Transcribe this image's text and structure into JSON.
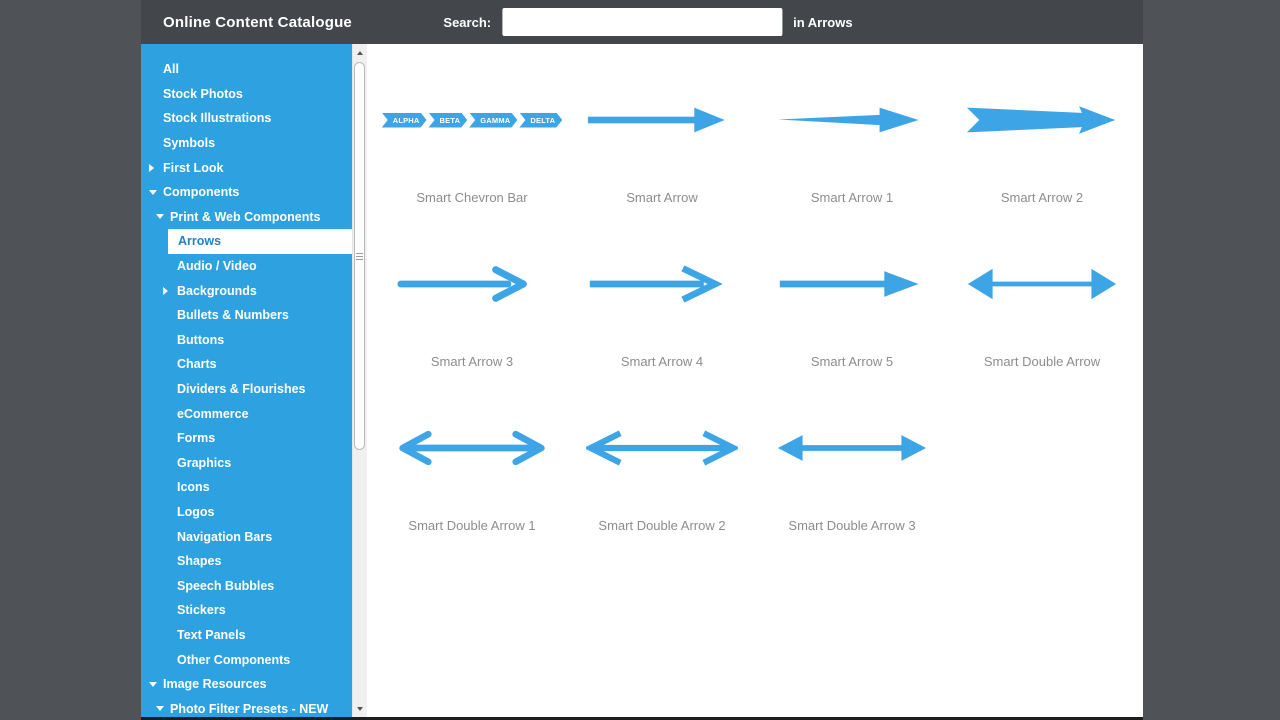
{
  "colors": {
    "outer_background": "#4f5358",
    "header_background": "#43474c",
    "sidebar_background": "#2ea1e0",
    "sidebar_text": "#ffffff",
    "selected_item_background": "#ffffff",
    "selected_item_text": "#2382c6",
    "content_background": "#ffffff",
    "arrow_graphic": "#3da5e6",
    "label_text": "#8d8d8d",
    "chevron_text": "#ffffff"
  },
  "header": {
    "title": "Online Content Catalogue",
    "search_label": "Search:",
    "search_value": "",
    "search_scope": "in Arrows"
  },
  "sidebar": {
    "items": [
      {
        "label": "All",
        "indent": 0,
        "arrow": "none",
        "selected": false
      },
      {
        "label": "Stock Photos",
        "indent": 0,
        "arrow": "none",
        "selected": false
      },
      {
        "label": "Stock Illustrations",
        "indent": 0,
        "arrow": "none",
        "selected": false
      },
      {
        "label": "Symbols",
        "indent": 0,
        "arrow": "none",
        "selected": false
      },
      {
        "label": "First Look",
        "indent": 0,
        "arrow": "collapsed",
        "selected": false
      },
      {
        "label": "Components",
        "indent": 0,
        "arrow": "expanded",
        "selected": false
      },
      {
        "label": "Print & Web Components",
        "indent": 1,
        "arrow": "expanded",
        "selected": false
      },
      {
        "label": "Arrows",
        "indent": 2,
        "arrow": "none",
        "selected": true
      },
      {
        "label": "Audio / Video",
        "indent": 2,
        "arrow": "none",
        "selected": false
      },
      {
        "label": "Backgrounds",
        "indent": 2,
        "arrow": "collapsed",
        "selected": false
      },
      {
        "label": "Bullets & Numbers",
        "indent": 2,
        "arrow": "none",
        "selected": false
      },
      {
        "label": "Buttons",
        "indent": 2,
        "arrow": "none",
        "selected": false
      },
      {
        "label": "Charts",
        "indent": 2,
        "arrow": "none",
        "selected": false
      },
      {
        "label": "Dividers & Flourishes",
        "indent": 2,
        "arrow": "none",
        "selected": false
      },
      {
        "label": "eCommerce",
        "indent": 2,
        "arrow": "none",
        "selected": false
      },
      {
        "label": "Forms",
        "indent": 2,
        "arrow": "none",
        "selected": false
      },
      {
        "label": "Graphics",
        "indent": 2,
        "arrow": "none",
        "selected": false
      },
      {
        "label": "Icons",
        "indent": 2,
        "arrow": "none",
        "selected": false
      },
      {
        "label": "Logos",
        "indent": 2,
        "arrow": "none",
        "selected": false
      },
      {
        "label": "Navigation Bars",
        "indent": 2,
        "arrow": "none",
        "selected": false
      },
      {
        "label": "Shapes",
        "indent": 2,
        "arrow": "none",
        "selected": false
      },
      {
        "label": "Speech Bubbles",
        "indent": 2,
        "arrow": "none",
        "selected": false
      },
      {
        "label": "Stickers",
        "indent": 2,
        "arrow": "none",
        "selected": false
      },
      {
        "label": "Text Panels",
        "indent": 2,
        "arrow": "none",
        "selected": false
      },
      {
        "label": "Other Components",
        "indent": 2,
        "arrow": "none",
        "selected": false
      },
      {
        "label": "Image Resources",
        "indent": 0,
        "arrow": "expanded",
        "selected": false
      },
      {
        "label": "Photo Filter Presets - NEW",
        "indent": 1,
        "arrow": "expanded",
        "selected": false
      }
    ]
  },
  "catalog": {
    "items": [
      {
        "name": "Smart Chevron Bar",
        "type": "chevron-bar",
        "segments": [
          "ALPHA",
          "BETA",
          "GAMMA",
          "DELTA"
        ]
      },
      {
        "name": "Smart Arrow",
        "type": "solid-shaft-triangle-head"
      },
      {
        "name": "Smart Arrow 1",
        "type": "tapered-shaft-triangle-head"
      },
      {
        "name": "Smart Arrow 2",
        "type": "notched-swoosh-arrow"
      },
      {
        "name": "Smart Arrow 3",
        "type": "line-open-round-head"
      },
      {
        "name": "Smart Arrow 4",
        "type": "line-open-head"
      },
      {
        "name": "Smart Arrow 5",
        "type": "line-triangle-head"
      },
      {
        "name": "Smart Double Arrow",
        "type": "double-large-triangle-heads"
      },
      {
        "name": "Smart Double Arrow 1",
        "type": "double-open-round-heads"
      },
      {
        "name": "Smart Double Arrow 2",
        "type": "double-open-heads"
      },
      {
        "name": "Smart Double Arrow 3",
        "type": "double-triangle-heads"
      }
    ]
  }
}
